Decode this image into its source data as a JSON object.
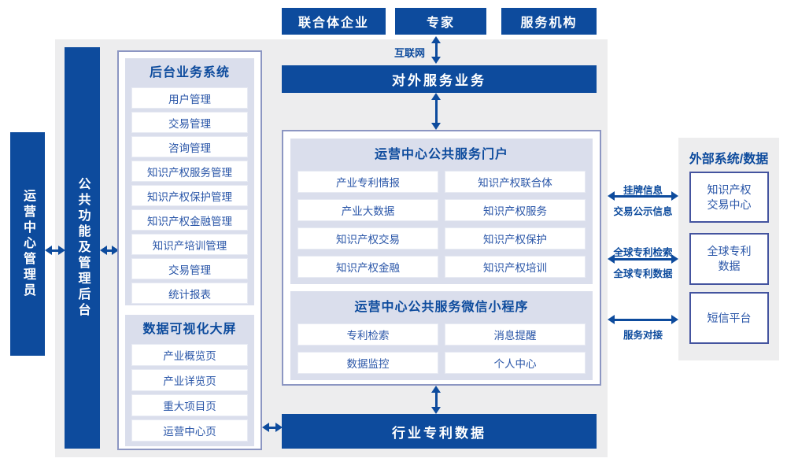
{
  "colors": {
    "primary_blue": "#0d4b9d",
    "panel_lavender": "#dadeec",
    "panel_border": "#8c96c2",
    "gray_background": "#ededee",
    "item_text_blue": "#2a56a8"
  },
  "external_actors": [
    "联合体企业",
    "专家",
    "服务机构"
  ],
  "labels": {
    "internet": "互联网"
  },
  "bars": {
    "external_service": "对外服务业务",
    "industry_patent_data": "行业专利数据"
  },
  "side_bars": {
    "operation_admin": "运营中心管理员",
    "public_backend": "公共功能及管理后台"
  },
  "left_panel": {
    "sections": [
      {
        "title": "后台业务系统",
        "items": [
          "用户管理",
          "交易管理",
          "咨询管理",
          "知识产权服务管理",
          "知识产权保护管理",
          "知识产权金融管理",
          "知识产培训管理",
          "交易管理",
          "统计报表"
        ]
      },
      {
        "title": "数据可视化大屏",
        "items": [
          "产业概览页",
          "产业详览页",
          "重大项目页",
          "运营中心页"
        ]
      }
    ]
  },
  "center_panel": {
    "sections": [
      {
        "title": "运营中心公共服务门户",
        "items": [
          "产业专利情报",
          "知识产权联合体",
          "产业大数据",
          "知识产权服务",
          "知识产权交易",
          "知识产权保护",
          "知识产权金融",
          "知识产权培训"
        ]
      },
      {
        "title": "运营中心公共服务微信小程序",
        "items": [
          "专利检索",
          "消息提醒",
          "数据监控",
          "个人中心"
        ]
      }
    ]
  },
  "external_systems": {
    "title": "外部系统/数据",
    "boxes": [
      [
        "知识产权",
        "交易中心"
      ],
      [
        "全球专利",
        "数据"
      ],
      [
        "短信平台"
      ]
    ]
  },
  "connections": [
    {
      "top": "挂牌信息",
      "bottom": "交易公示信息"
    },
    {
      "top": "全球专利检索",
      "bottom": "全球专利数据"
    },
    {
      "bottom": "服务对接"
    }
  ]
}
